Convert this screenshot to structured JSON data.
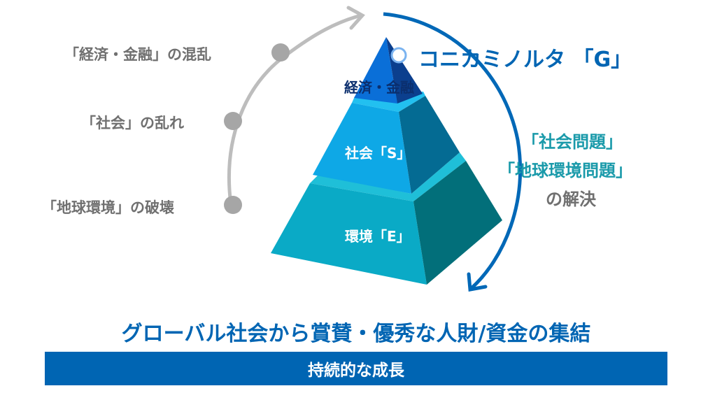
{
  "left_labels": [
    "「経済・金融」の混乱",
    "「社会」の乱れ",
    "「地球環境」の破壊"
  ],
  "tiers": {
    "top": "経済・金融",
    "middle": "社会「S」",
    "bottom": "環境「E」"
  },
  "company": "コニカミノルタ 「G」",
  "issues": [
    "「社会問題」",
    "「地球環境問題」",
    "の解決"
  ],
  "headline": "グローバル社会から賞賛・優秀な人財/資金の集結",
  "bar_label": "持続的な成長",
  "colors": {
    "blue": "#0065b3",
    "teal": "#1a9aaa",
    "gray": "#a6a6a6"
  }
}
